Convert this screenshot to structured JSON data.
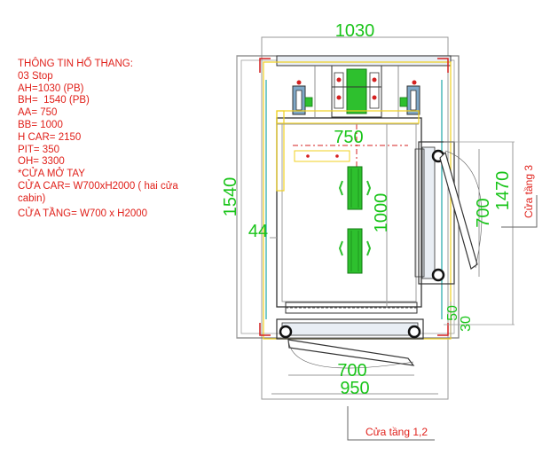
{
  "info": {
    "title": "THÔNG TIN HỐ THANG:",
    "lines": [
      "03 Stop",
      "AH=1030 (PB)",
      "BH=  1540 (PB)",
      "AA= 750",
      "BB= 1000",
      "H CAR= 2150",
      "PIT= 350",
      "OH= 3300",
      "*CỬA MỞ TAY",
      "CỬA CAR= W700xH2000 ( hai cửa",
      "cabin)",
      "CỬA TẦNG= W700 x H2000"
    ]
  },
  "dimensions": {
    "shaft_width": "1030",
    "shaft_depth": "1540",
    "car_width": "750",
    "car_depth": "1000",
    "front_door_width": "700",
    "front_opening_width": "950",
    "side_door_width": "700",
    "side_opening_depth": "1470",
    "side_clearance": "44",
    "small_gap_1": "50",
    "small_gap_2": "30"
  },
  "labels": {
    "door_side": "Cửa tầng 3",
    "door_front": "Cửa tầng 1,2"
  },
  "colors": {
    "dim": "#19c419",
    "label": "#e0201a",
    "wall": "#6b6b6b",
    "frame": "#f0d020",
    "guide": "#d42020",
    "cyan": "#20a8a8"
  }
}
